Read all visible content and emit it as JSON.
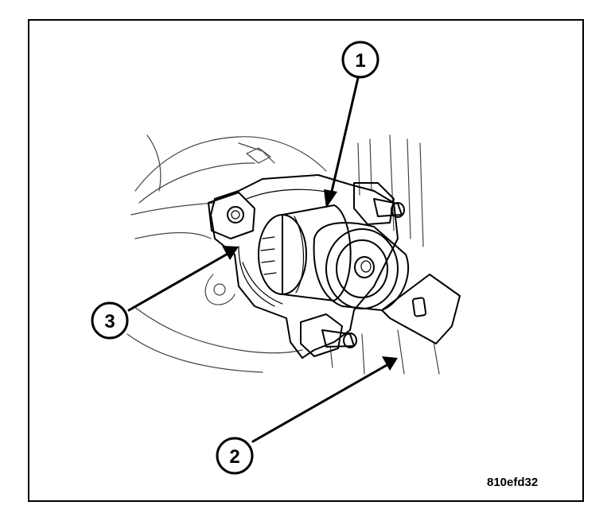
{
  "callouts": [
    {
      "number": "1"
    },
    {
      "number": "2"
    },
    {
      "number": "3"
    }
  ],
  "figure_code": "810efd32",
  "colors": {
    "ink": "#000000",
    "background": "#ffffff"
  }
}
